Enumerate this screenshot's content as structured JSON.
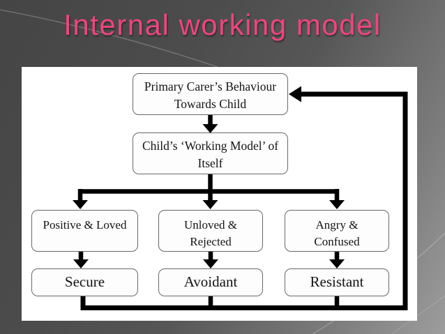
{
  "slide": {
    "title": "Internal working model",
    "title_color": "#ED4580",
    "background_colors": {
      "top_left": "#454545",
      "bottom_right": "#9d9d9d"
    },
    "panel_color": "#ffffff",
    "connector_color": "#000000"
  },
  "diagram": {
    "nodes": [
      {
        "id": "primary-carer",
        "label": "Primary Carer’s Behaviour Towards Child"
      },
      {
        "id": "child-working-model",
        "label": "Child’s ‘Working Model’ of Itself"
      },
      {
        "id": "positive-loved",
        "label": "Positive & Loved"
      },
      {
        "id": "unloved-rejected",
        "label": "Unloved & Rejected"
      },
      {
        "id": "angry-confused",
        "label": "Angry & Confused"
      },
      {
        "id": "secure",
        "label": "Secure"
      },
      {
        "id": "avoidant",
        "label": "Avoidant"
      },
      {
        "id": "resistant",
        "label": "Resistant"
      }
    ],
    "edges": [
      {
        "from": "primary-carer",
        "to": "child-working-model"
      },
      {
        "from": "child-working-model",
        "to": "positive-loved"
      },
      {
        "from": "child-working-model",
        "to": "unloved-rejected"
      },
      {
        "from": "child-working-model",
        "to": "angry-confused"
      },
      {
        "from": "positive-loved",
        "to": "secure"
      },
      {
        "from": "unloved-rejected",
        "to": "avoidant"
      },
      {
        "from": "angry-confused",
        "to": "resistant"
      },
      {
        "from": "secure",
        "to": "primary-carer",
        "type": "feedback"
      },
      {
        "from": "avoidant",
        "to": "primary-carer",
        "type": "feedback"
      },
      {
        "from": "resistant",
        "to": "primary-carer",
        "type": "feedback"
      }
    ]
  }
}
